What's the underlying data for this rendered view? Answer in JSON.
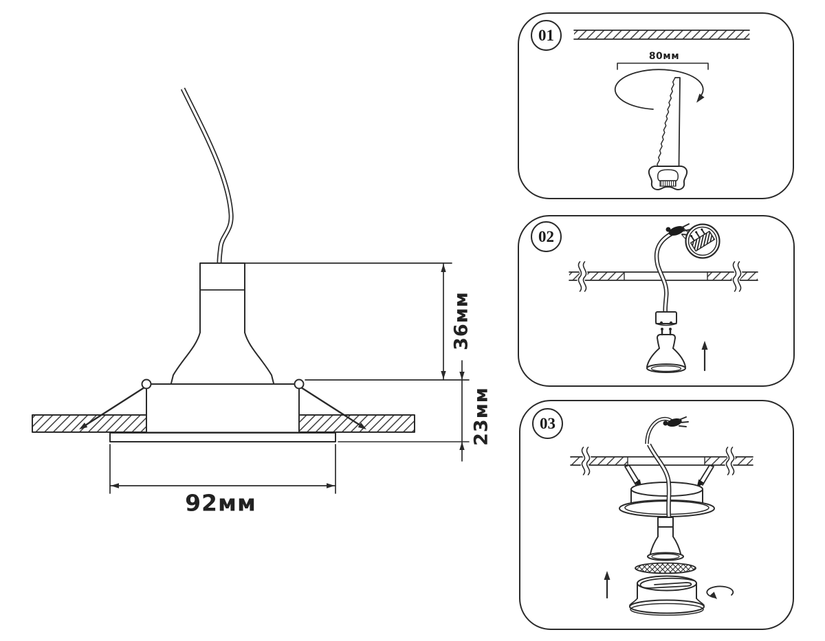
{
  "sheet": {
    "background": "#ffffff",
    "line_color": "#2a2a2a"
  },
  "main_drawing": {
    "dim_height_above_ceiling": "36мм",
    "dim_recess_depth": "23мм",
    "dim_trim_diameter": "92мм",
    "icons": [
      "mains-wire-icon",
      "gu10-lamp-icon",
      "mounting-spring-icon",
      "ceiling-section-icon",
      "trim-flange-icon"
    ]
  },
  "steps": [
    {
      "number": "01",
      "dim_hole_diameter": "80мм",
      "icons": [
        "ceiling-hatch-icon",
        "hole-ellipse-icon",
        "rotation-arrow-icon",
        "drywall-saw-icon"
      ]
    },
    {
      "number": "02",
      "icons": [
        "wire-connector-icon",
        "magnifier-detail-icon",
        "ceiling-section-icon",
        "lamp-socket-icon",
        "gu10-bulb-icon",
        "up-arrow-icon"
      ]
    },
    {
      "number": "03",
      "icons": [
        "wire-connector-icon",
        "ceiling-section-icon",
        "spring-clip-icon",
        "fixture-housing-icon",
        "gu10-bulb-icon",
        "mesh-diffuser-icon",
        "trim-ring-icon",
        "up-arrow-icon",
        "rotation-arrow-icon"
      ]
    }
  ]
}
